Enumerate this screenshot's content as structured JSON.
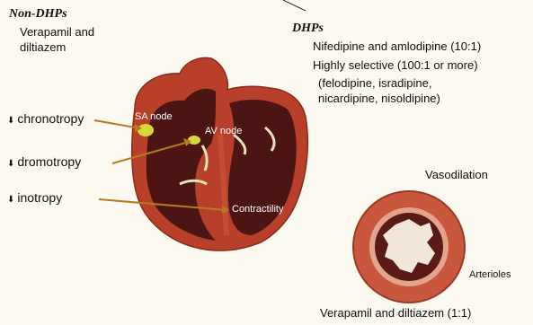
{
  "left": {
    "heading": "Non-DHPs",
    "drugs": [
      "Verapamil and",
      "diltiazem"
    ],
    "effects": [
      {
        "arrow": "⬇",
        "label": "chronotropy"
      },
      {
        "arrow": "⬇",
        "label": "dromotropy"
      },
      {
        "arrow": "⬇",
        "label": "inotropy"
      }
    ]
  },
  "heart_labels": {
    "sa_node": "SA node",
    "av_node": "AV node",
    "contractility": "Contractility"
  },
  "right": {
    "heading": "DHPs",
    "line1": "Nifedipine and amlodipine (10:1)",
    "line2": "Highly selective (100:1 or more)",
    "line3": "(felodipine, isradipine,",
    "line4": "nicardipine, nisoldipine)",
    "vasodilation": "Vasodilation",
    "arterioles": "Arterioles",
    "footer": "Verapamil and diltiazem (1:1)"
  },
  "colors": {
    "background": "#fbf9f0",
    "heart_wall": "#b8402a",
    "heart_chamber": "#4a1512",
    "node": "#d6d93a",
    "arrow": "#b87a20",
    "vessel_outer": "#c8573d",
    "vessel_media": "#e2a48a"
  }
}
